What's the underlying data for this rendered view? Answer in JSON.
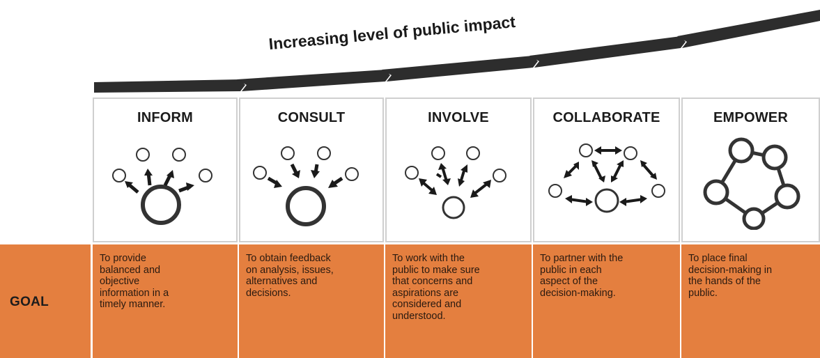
{
  "heading": "Increasing level of public impact",
  "colors": {
    "band_dark": "#2d2d2d",
    "goal_orange": "#e47f3f",
    "icon_stroke": "#333333"
  },
  "goal_label": "GOAL",
  "levels": [
    {
      "title": "INFORM",
      "icon": "inform-icon",
      "goal": [
        "To provide",
        "balanced and",
        "objective",
        "information in a",
        "timely manner."
      ]
    },
    {
      "title": "CONSULT",
      "icon": "consult-icon",
      "goal": [
        "To obtain feedback",
        "on analysis, issues,",
        "alternatives and",
        "decisions."
      ]
    },
    {
      "title": "INVOLVE",
      "icon": "involve-icon",
      "goal": [
        "To work with the",
        "public to make sure",
        "that concerns and",
        "aspirations are",
        "considered and",
        "understood."
      ]
    },
    {
      "title": "COLLABORATE",
      "icon": "collaborate-icon",
      "goal": [
        "To partner with the",
        "public in each",
        "aspect of the",
        "decision-making."
      ]
    },
    {
      "title": "EMPOWER",
      "icon": "empower-icon",
      "goal": [
        "To place final",
        "decision-making in",
        "the hands of the",
        "public."
      ]
    }
  ]
}
